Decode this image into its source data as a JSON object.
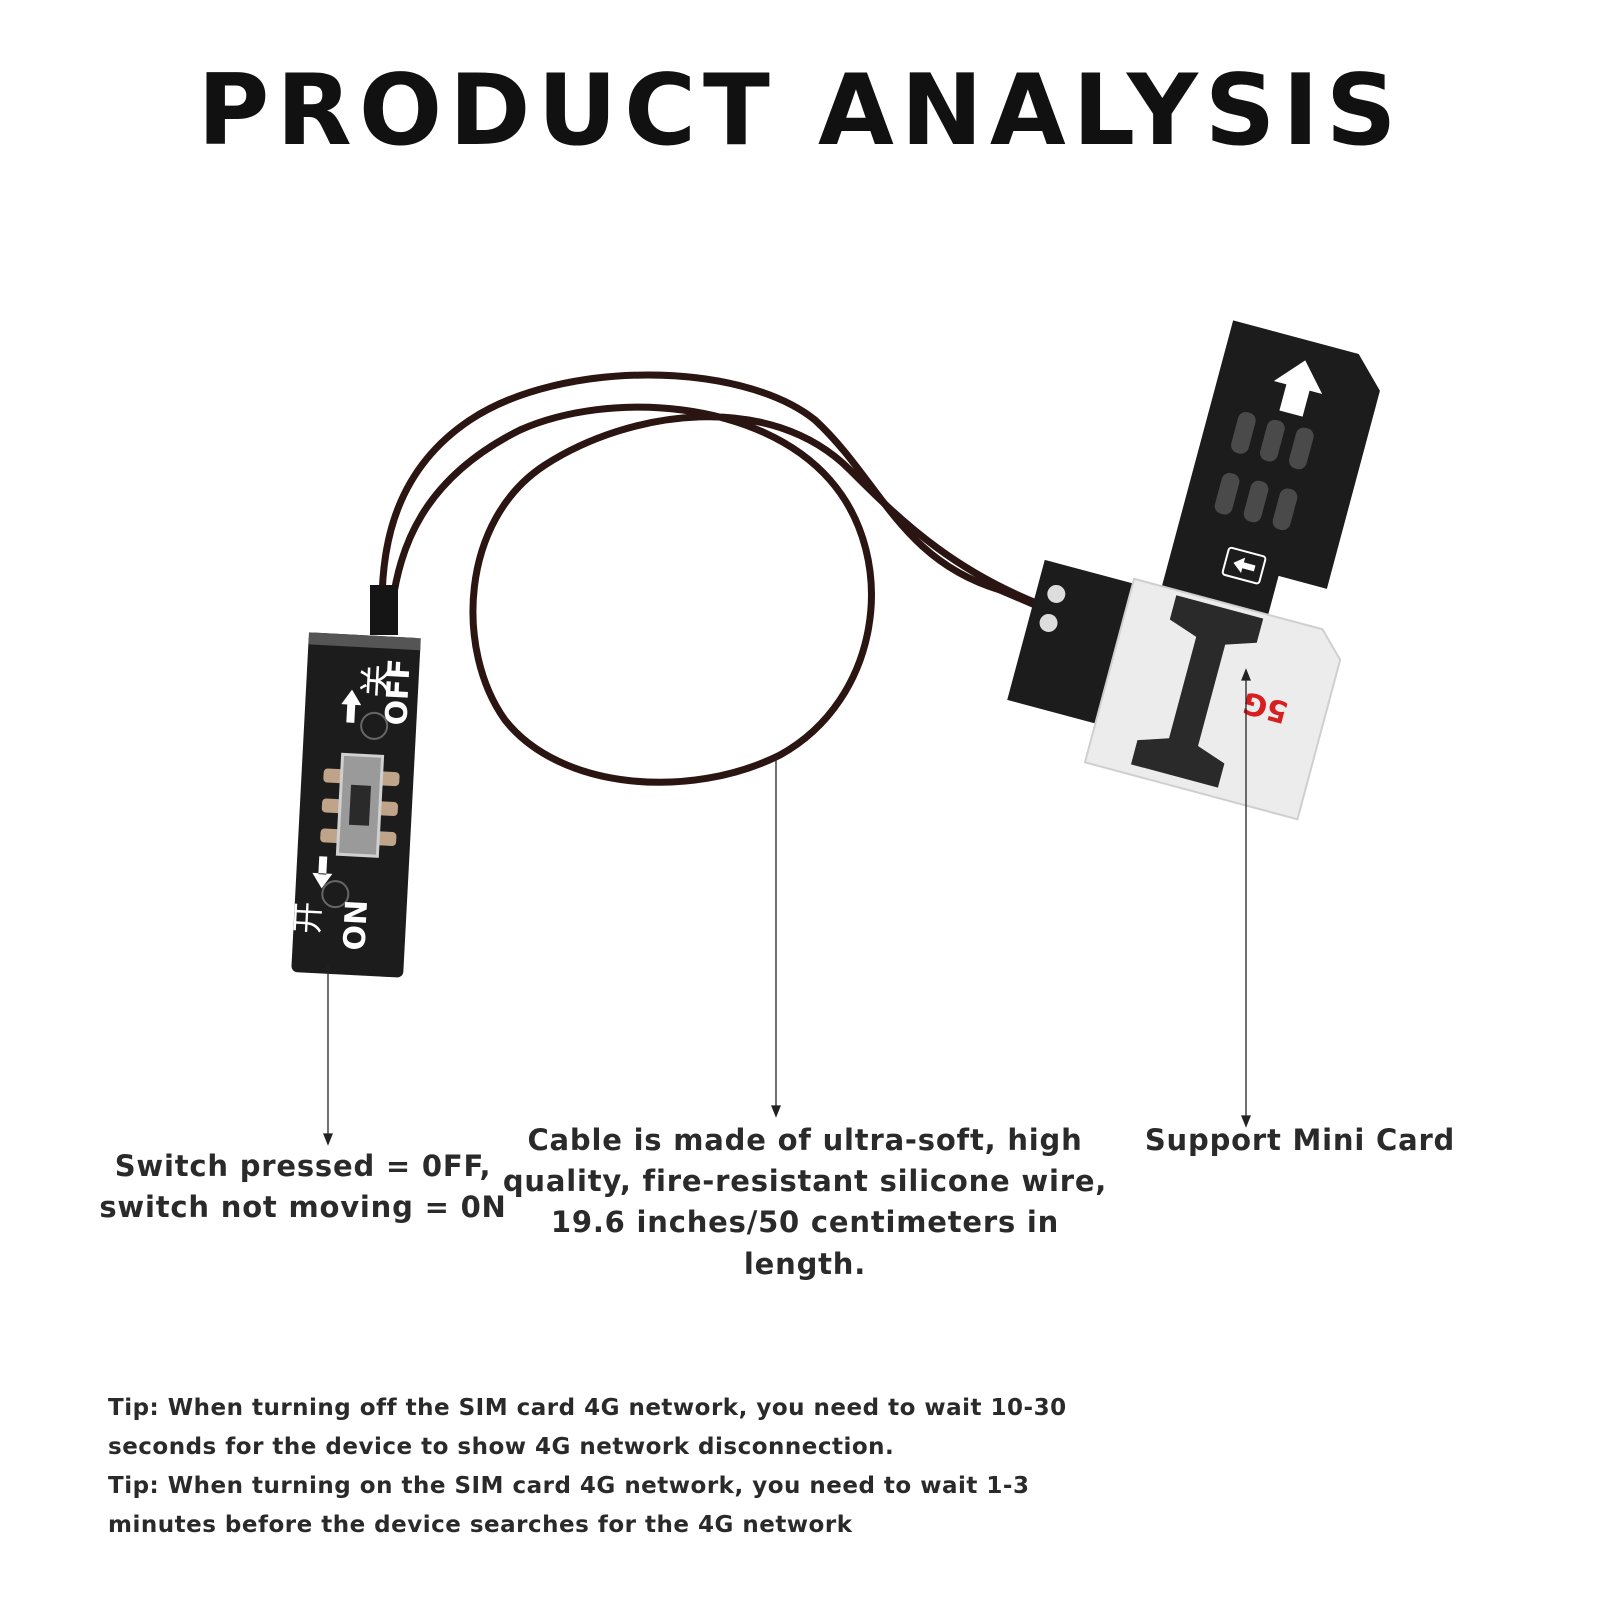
{
  "title": "PRODUCT ANALYSIS",
  "product": {
    "switch_labels": {
      "off_cn": "关",
      "off": "OFF",
      "on_cn": "开",
      "on": "ON"
    },
    "sim_labels": {
      "network": "5G"
    }
  },
  "callouts": {
    "switch": "Switch pressed = 0FF,\nswitch not moving = 0N",
    "cable": "Cable is made of ultra-soft, high\nquality, fire-resistant silicone wire,\n19.6 inches/50 centimeters in length.",
    "card": "Support Mini Card"
  },
  "tips": [
    "Tip: When turning off the SIM card 4G network, you need to wait 10-30",
    "seconds for the device to show 4G network disconnection.",
    "Tip: When turning on the SIM card 4G network, you need to wait 1-3",
    "minutes before the device searches for the 4G network"
  ],
  "colors": {
    "board": "#1c1c1c",
    "cable": "#2b1512",
    "text": "#2a2a2a"
  }
}
